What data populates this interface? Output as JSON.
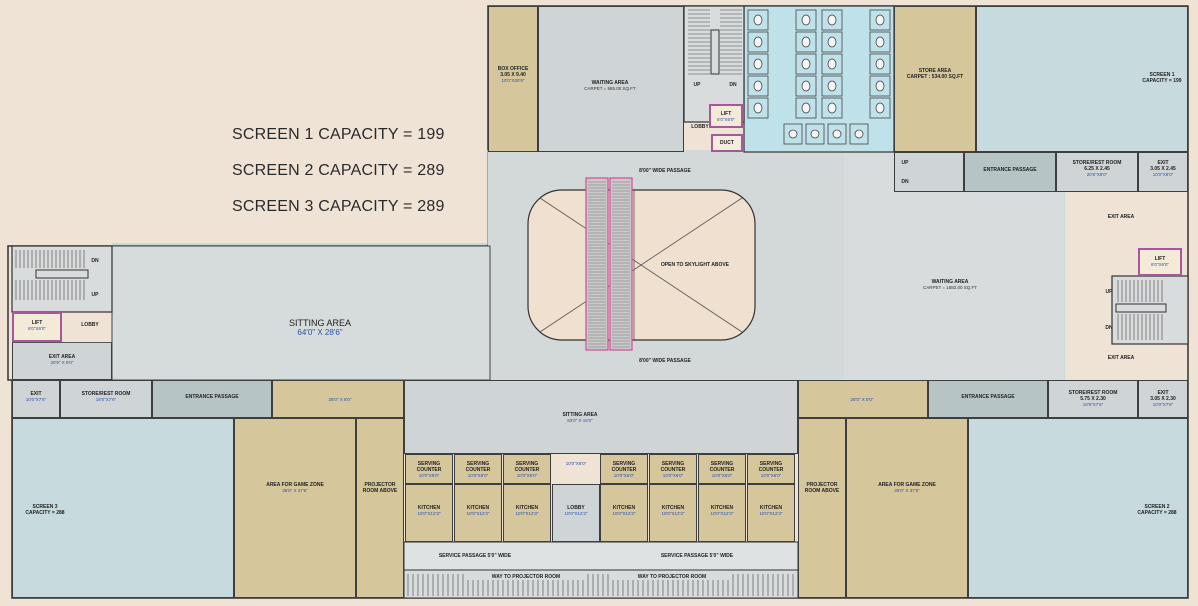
{
  "capacity_notes": [
    "SCREEN 1 CAPACITY = 199",
    "SCREEN 2 CAPACITY = 289",
    "SCREEN 3 CAPACITY = 289"
  ],
  "rooms": {
    "box_office": {
      "name": "BOX OFFICE",
      "dim": "3.05 X 9.40",
      "alt": "10'0\"X30'9\""
    },
    "waiting_top": {
      "name": "WAITING AREA",
      "sub": "CARPET = 985.00 SQ.FT"
    },
    "lift_top": {
      "name": "LIFT",
      "dim": "6'0\"X6'0\""
    },
    "lobby_top": "LOBBY",
    "duct": "DUCT",
    "store_area": {
      "name": "STORE AREA",
      "sub": "CARPET : 534.00 SQ.FT"
    },
    "screen1": {
      "name": "SCREEN 1",
      "sub": "CAPACITY = 199"
    },
    "entrance_right": "ENTRANCE PASSAGE",
    "store_rest_right_top": {
      "name": "STORE/REST ROOM",
      "dim": "6.25 X 2.45",
      "alt": "20'6\"X8'0\""
    },
    "exit_right_top": {
      "name": "EXIT",
      "dim": "3.05 X 2.45",
      "alt": "10'0\"X8'0\""
    },
    "exit_area_right_top": "EXIT AREA",
    "lift_right": {
      "name": "LIFT",
      "dim": "6'0\"X6'0\""
    },
    "waiting_right": {
      "name": "WAITING AREA",
      "sub": "CARPET = 1882.00 SQ.FT"
    },
    "exit_area_right_bottom": "EXIT AREA",
    "passage_top": "8'00\" WIDE PASSAGE",
    "passage_bottom": "8'00\" WIDE PASSAGE",
    "skylight": "OPEN TO SKYLIGHT ABOVE",
    "sitting_area_left": {
      "name": "SITTING AREA",
      "dim": "64'0\" X 28'6\""
    },
    "lift_left": {
      "name": "LIFT",
      "dim": "6'0\"X6'0\""
    },
    "lobby_left": "LOBBY",
    "exit_area_left": {
      "name": "EXIT AREA",
      "dim": "20'9\" X 8'0\""
    },
    "exit_left": {
      "name": "EXIT",
      "dim": "10'0\"X7'6\""
    },
    "store_rest_left": {
      "name": "STORE/REST ROOM",
      "dim": "18'0\"X7'6\""
    },
    "entrance_left": "ENTRANCE PASSAGE",
    "screen3": {
      "name": "SCREEN 3",
      "sub": "CAPACITY = 288"
    },
    "dim_left_khaki": "28'0\" X 8'0\"",
    "game_zone_left": {
      "name": "AREA FOR GAME ZONE",
      "dim": "36'0\" X 37'6\""
    },
    "projector_left": "PROJECTOR ROOM ABOVE",
    "sitting_area_center": {
      "name": "SITTING AREA",
      "dim": "83'0\" X 15'0\""
    },
    "serving_counter": {
      "name": "SERVING COUNTER",
      "dim": "10'0\"X6'0\""
    },
    "kitchen": {
      "name": "KITCHEN",
      "dim": "10'0\"X12'3\""
    },
    "lobby_center": {
      "name": "LOBBY",
      "dim": "10'0\"X12'3\""
    },
    "lobby_center_top": "10'0\"X6'0\"",
    "service_left": "SERVICE PASSAGE 5'0\" WIDE",
    "service_right": "SERVICE PASSAGE 5'0\" WIDE",
    "way_left": "WAY TO PROJECTOR ROOM",
    "way_right": "WAY TO PROJECTOR ROOM",
    "projector_right": "PROJECTOR ROOM ABOVE",
    "dim_right_khaki": "28'0\" X 8'0\"",
    "game_zone_right": {
      "name": "AREA FOR GAME ZONE",
      "dim": "36'0\" X 37'6\""
    },
    "entrance_right_bottom": "ENTRANCE PASSAGE",
    "store_rest_right_bottom": {
      "name": "STORE/REST ROOM",
      "dim": "5.75 X 2.30",
      "alt": "18'9\"X7'6\""
    },
    "exit_right_bottom": {
      "name": "EXIT",
      "dim": "3.05 X 2.30",
      "alt": "10'0\"X7'6\""
    },
    "screen2": {
      "name": "SCREEN 2",
      "sub": "CAPACITY = 288"
    }
  },
  "stairs": {
    "up": "UP",
    "dn": "DN"
  },
  "colors": {
    "khaki": "#d5c79b",
    "toilet_blue": "#bfe2ea",
    "floor_grey": "#cfd5d6",
    "lift_border": "#a8579a",
    "background": "#efe3d6"
  }
}
